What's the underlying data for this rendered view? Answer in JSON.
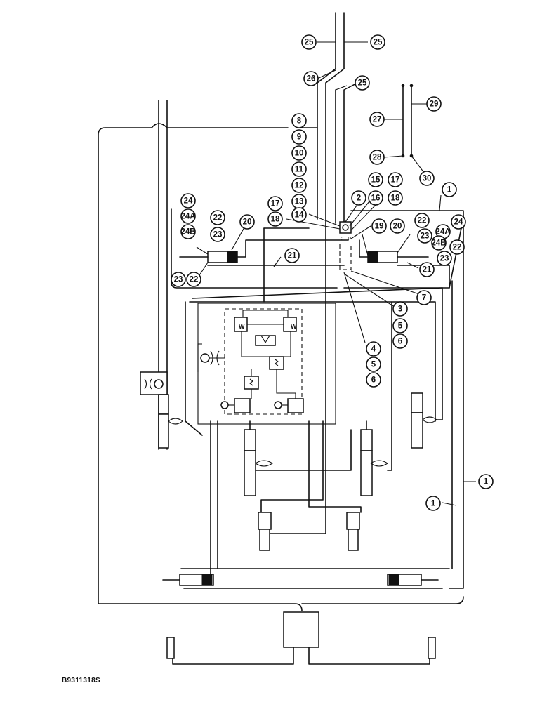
{
  "figure_id": "B9311318S",
  "callouts": [
    {
      "label": "25"
    },
    {
      "label": "25"
    },
    {
      "label": "26"
    },
    {
      "label": "25"
    },
    {
      "label": "29"
    },
    {
      "label": "27"
    },
    {
      "label": "28"
    },
    {
      "label": "30"
    },
    {
      "label": "8"
    },
    {
      "label": "9"
    },
    {
      "label": "10"
    },
    {
      "label": "11"
    },
    {
      "label": "12"
    },
    {
      "label": "13"
    },
    {
      "label": "14"
    },
    {
      "label": "15"
    },
    {
      "label": "17"
    },
    {
      "label": "2"
    },
    {
      "label": "16"
    },
    {
      "label": "18"
    },
    {
      "label": "17"
    },
    {
      "label": "18"
    },
    {
      "label": "1"
    },
    {
      "label": "24"
    },
    {
      "label": "24A"
    },
    {
      "label": "24B"
    },
    {
      "label": "22"
    },
    {
      "label": "23"
    },
    {
      "label": "20"
    },
    {
      "label": "21"
    },
    {
      "label": "23"
    },
    {
      "label": "22"
    },
    {
      "label": "19"
    },
    {
      "label": "20"
    },
    {
      "label": "22"
    },
    {
      "label": "23"
    },
    {
      "label": "24A"
    },
    {
      "label": "24"
    },
    {
      "label": "24B"
    },
    {
      "label": "22"
    },
    {
      "label": "23"
    },
    {
      "label": "21"
    },
    {
      "label": "7"
    },
    {
      "label": "3"
    },
    {
      "label": "5"
    },
    {
      "label": "6"
    },
    {
      "label": "4"
    },
    {
      "label": "5"
    },
    {
      "label": "6"
    },
    {
      "label": "1"
    },
    {
      "label": "1"
    }
  ]
}
